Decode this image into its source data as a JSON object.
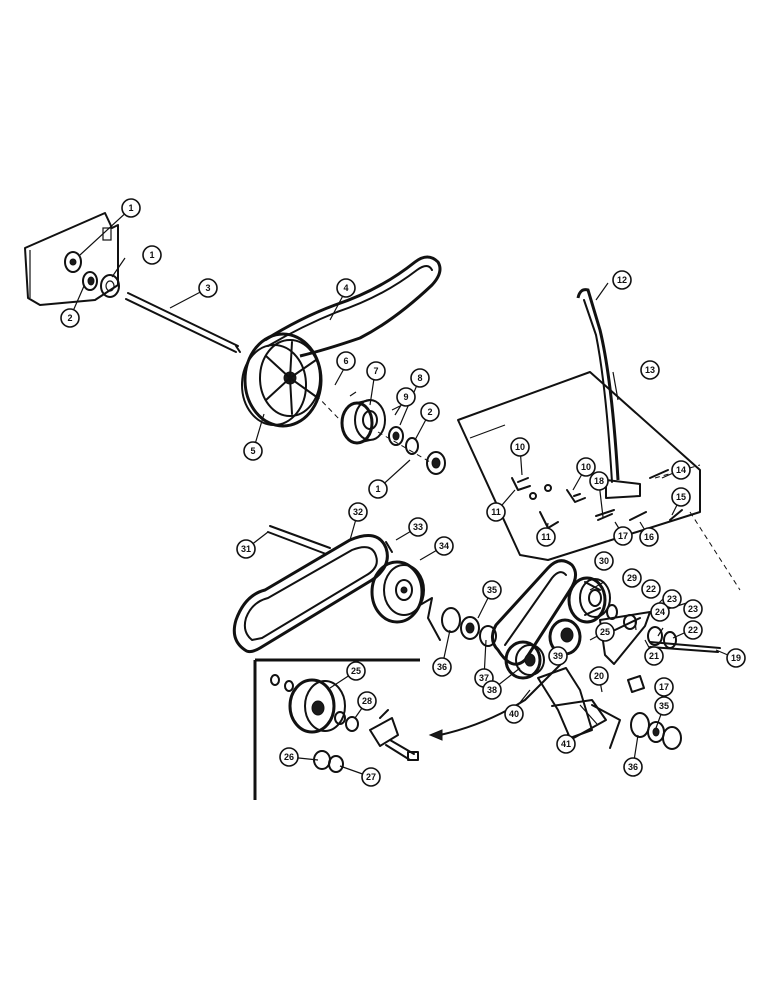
{
  "callouts": {
    "c1a": "1",
    "c1b": "1",
    "c1c": "1",
    "c2a": "2",
    "c2b": "2",
    "c3": "3",
    "c4": "4",
    "c5": "5",
    "c6": "6",
    "c7": "7",
    "c8": "8",
    "c9": "9",
    "c10a": "10",
    "c10b": "10",
    "c11a": "11",
    "c11b": "11",
    "c12": "12",
    "c13": "13",
    "c14": "14",
    "c15": "15",
    "c16": "16",
    "c17a": "17",
    "c17b": "17",
    "c18": "18",
    "c19": "19",
    "c20": "20",
    "c21": "21",
    "c22a": "22",
    "c22b": "22",
    "c23a": "23",
    "c23b": "23",
    "c24": "24",
    "c25a": "25",
    "c25b": "25",
    "c26": "26",
    "c27": "27",
    "c28": "28",
    "c29": "29",
    "c30": "30",
    "c31": "31",
    "c32": "32",
    "c33": "33",
    "c34": "34",
    "c35a": "35",
    "c35b": "35",
    "c36a": "36",
    "c36b": "36",
    "c37": "37",
    "c38": "38",
    "c39": "39",
    "c40": "40",
    "c41": "41"
  }
}
